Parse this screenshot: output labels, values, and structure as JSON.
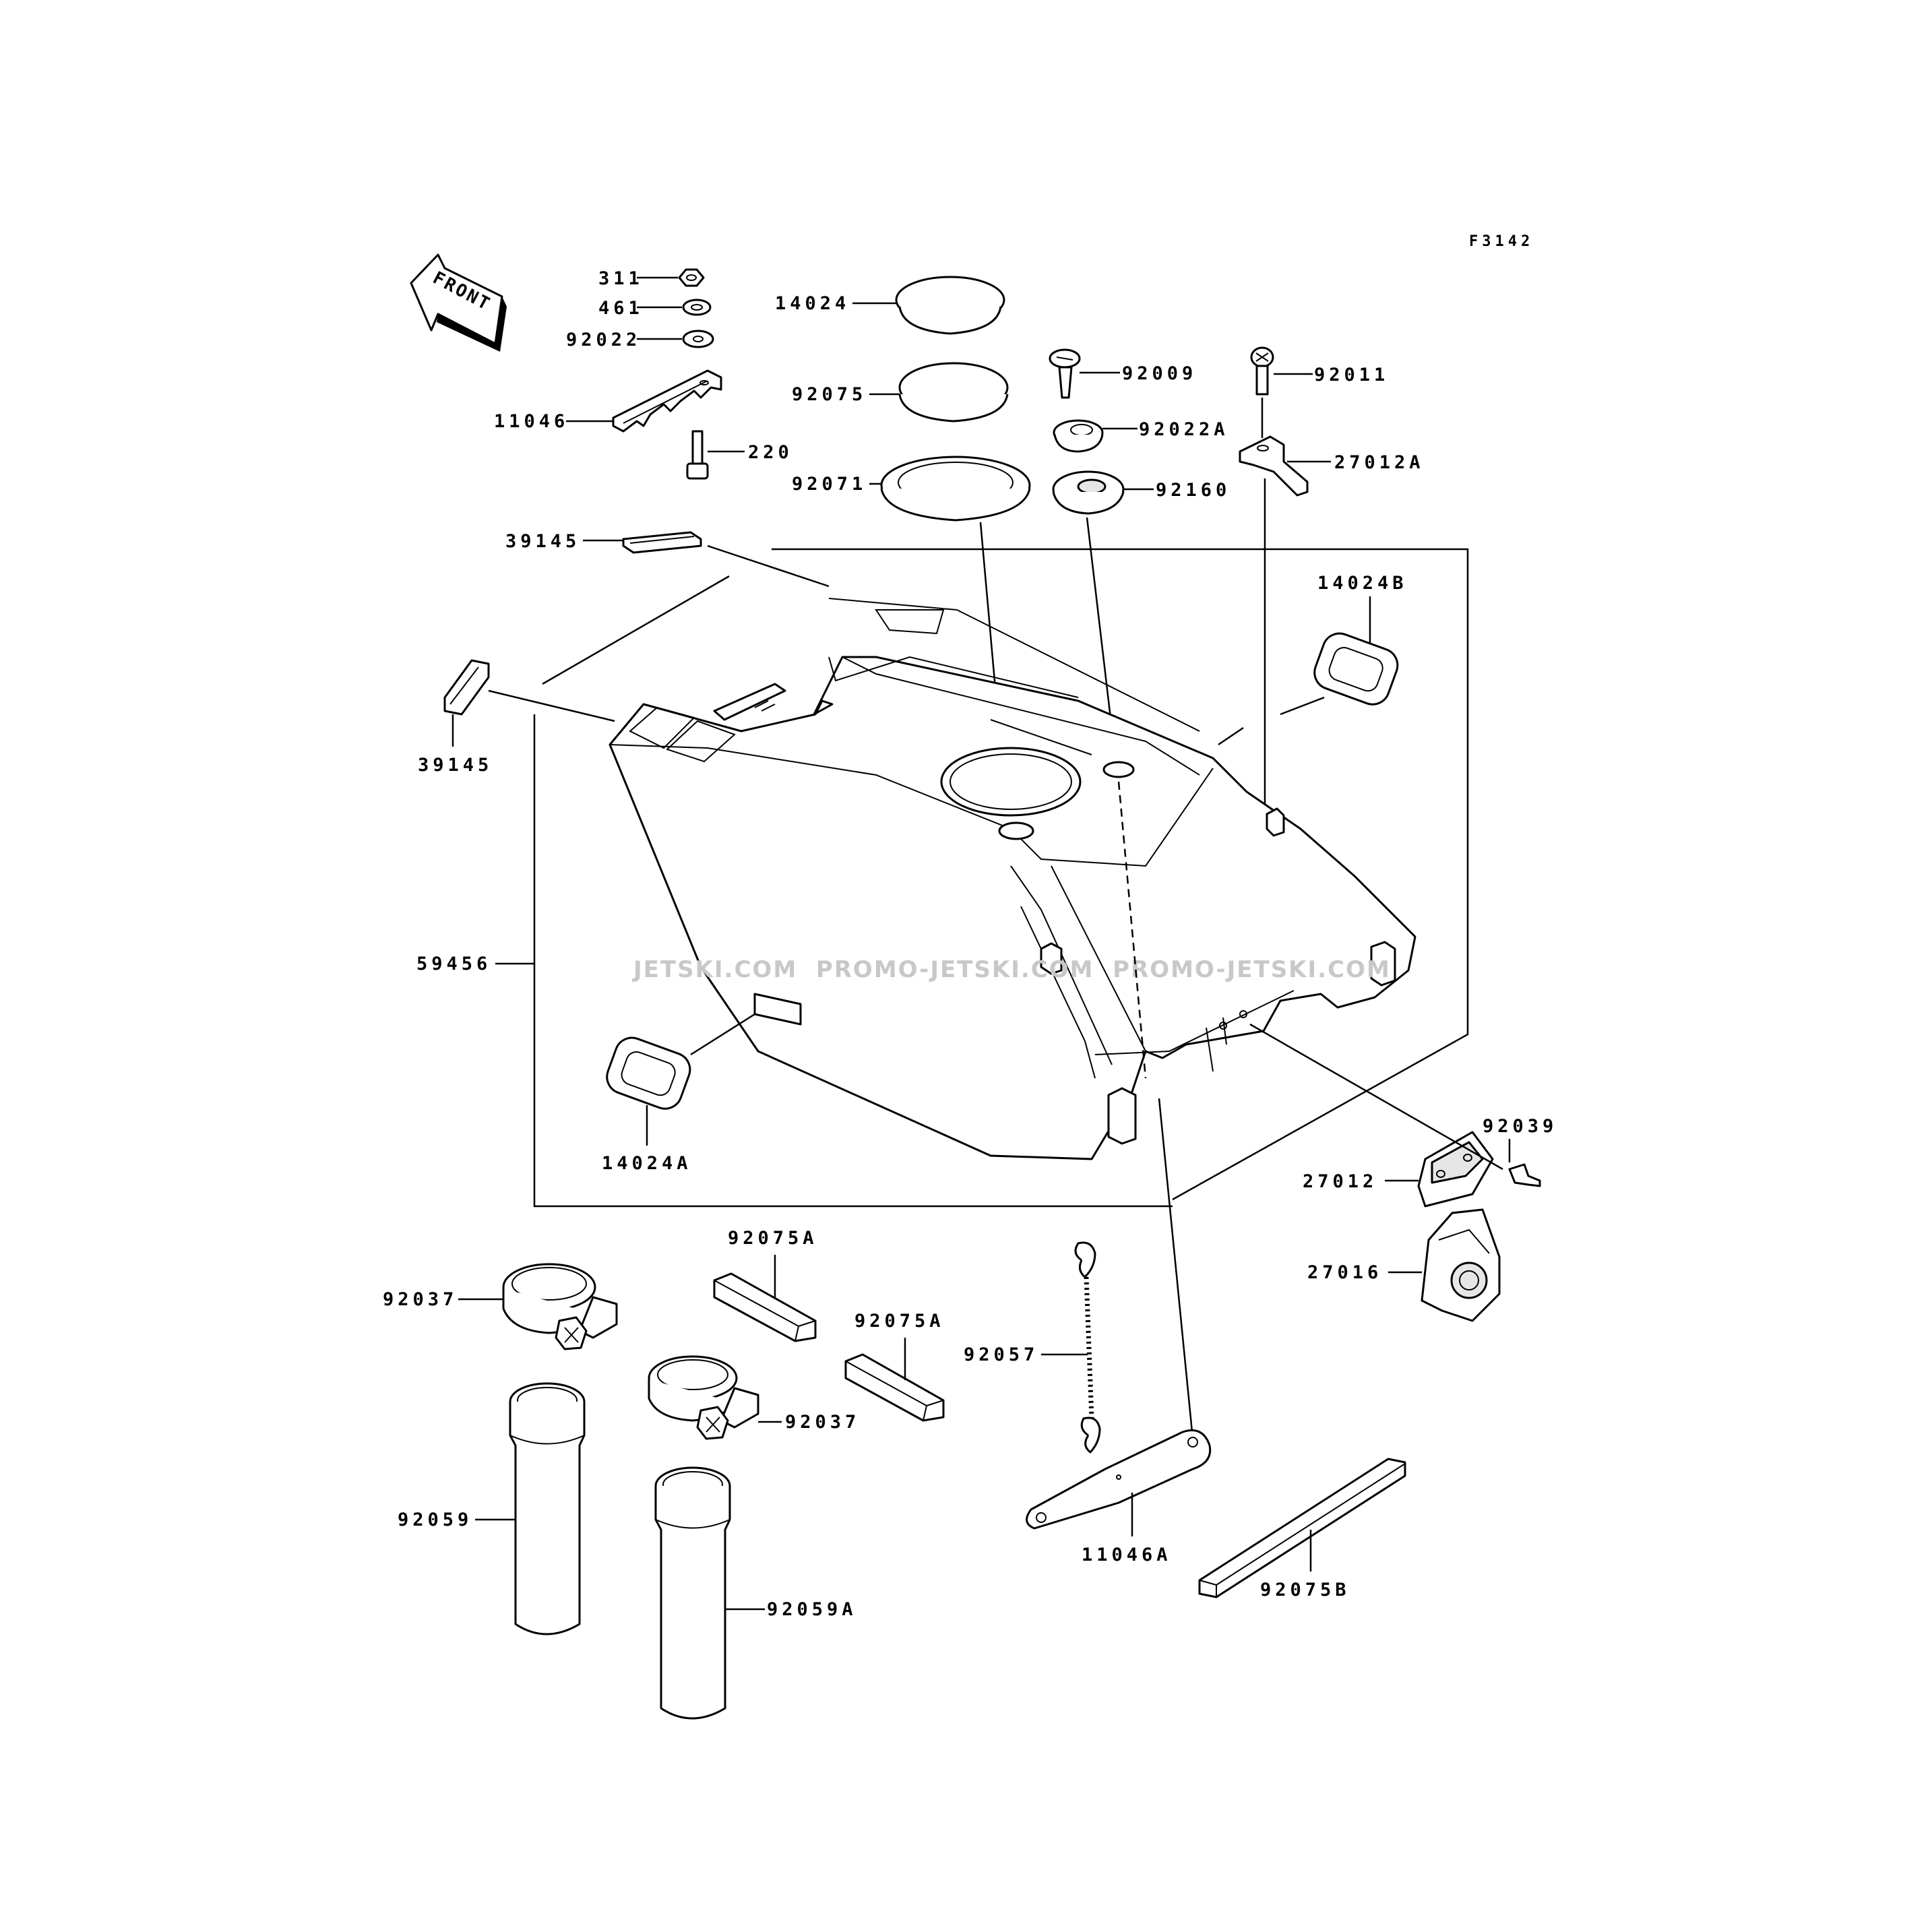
{
  "figure_code": "F3142",
  "front_label": "FRONT",
  "watermark": "JETSKI.COM  PROMO-JETSKI.COM  PROMO-JETSKI.COM",
  "part_labels": {
    "p311": "311",
    "p461": "461",
    "p92022": "92022",
    "p11046": "11046",
    "p220": "220",
    "p14024": "14024",
    "p92075": "92075",
    "p92071": "92071",
    "p92009": "92009",
    "p92022A": "92022A",
    "p92160": "92160",
    "p92011": "92011",
    "p27012A": "27012A",
    "p39145a": "39145",
    "p39145b": "39145",
    "p14024B": "14024B",
    "p59456": "59456",
    "p14024A": "14024A",
    "p92039": "92039",
    "p27012": "27012",
    "p27016": "27016",
    "p92075Aa": "92075A",
    "p92075Ab": "92075A",
    "p92037a": "92037",
    "p92037b": "92037",
    "p92057": "92057",
    "p92059": "92059",
    "p92059A": "92059A",
    "p11046A": "11046A",
    "p92075B": "92075B"
  }
}
